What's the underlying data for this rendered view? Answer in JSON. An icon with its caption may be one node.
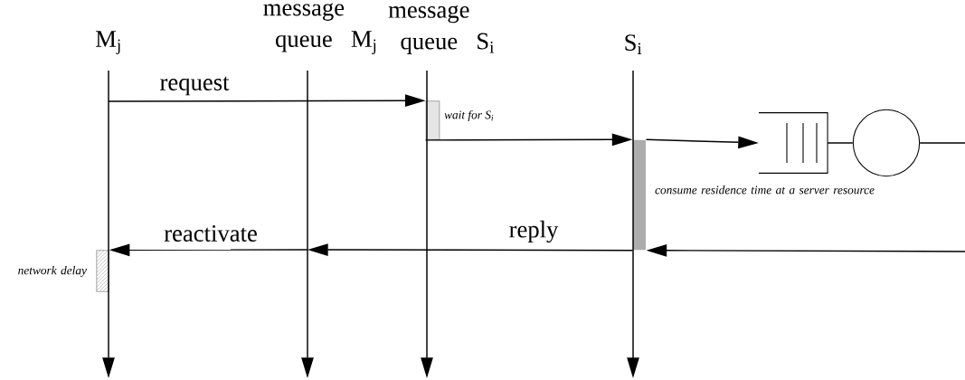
{
  "diagram": {
    "nodes": [
      {
        "text": [
          "M$_{j}$"
        ]
      },
      {
        "text": [
          "message queue",
          "M$_{j}$"
        ]
      },
      {
        "text": [
          "message queue",
          "S$_{i}$"
        ]
      },
      {
        "text": [
          "S$_{i}$"
        ]
      },
      {
        "text": [],
        "shape": "bar",
        "beside": [
          "wait for S$_{i}$"
        ]
      },
      {
        "text": [],
        "shape": "bar",
        "beside": [
          "consume residence time at a server resource"
        ]
      },
      {
        "text": [],
        "shape": "bar",
        "beside": [
          "network delay"
        ]
      },
      {
        "text": [],
        "shape": "box"
      },
      {
        "text": [],
        "shape": "circle"
      }
    ],
    "edges": [
      {
        "from": 0,
        "to": null,
        "arrow": "to"
      },
      {
        "from": 1,
        "to": null,
        "arrow": "to"
      },
      {
        "from": 2,
        "to": null,
        "arrow": "to"
      },
      {
        "from": 3,
        "to": null,
        "arrow": "to"
      },
      {
        "from": null,
        "to": 4,
        "arrow": "to",
        "label": "request"
      },
      {
        "from": 4,
        "to": 5,
        "arrow": "to"
      },
      {
        "from": 5,
        "to": 7,
        "arrow": "to"
      },
      {
        "from": 7,
        "to": 8,
        "arrow": "none"
      },
      {
        "from": 8,
        "to": null,
        "arrow": "none"
      },
      {
        "from": null,
        "to": 5,
        "arrow": "to"
      },
      {
        "from": 5,
        "to": null,
        "arrow": "to",
        "label": "reply"
      },
      {
        "from": null,
        "to": 6,
        "arrow": "to",
        "label": "reactivate"
      }
    ]
  }
}
